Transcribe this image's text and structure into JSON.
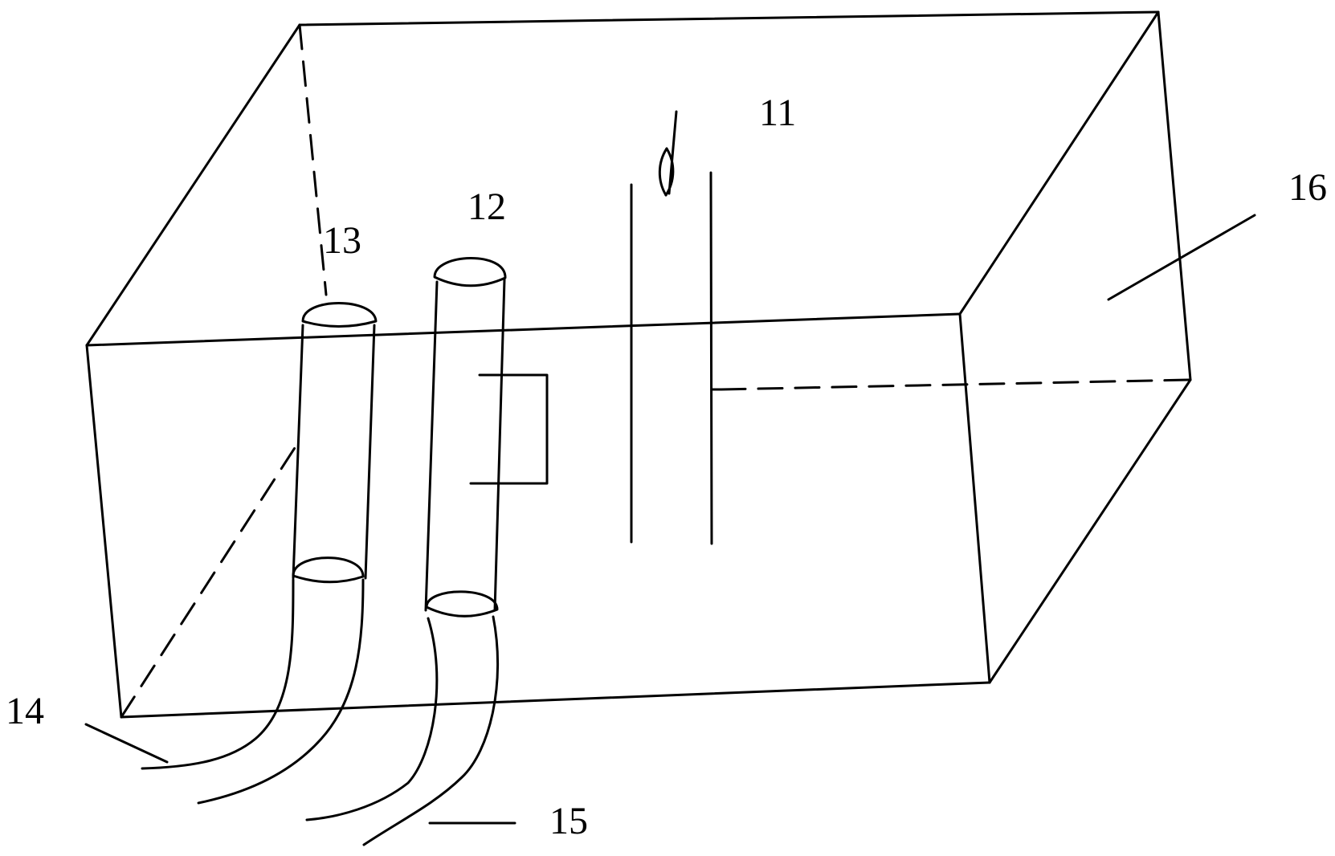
{
  "figure": {
    "labels": {
      "l11": "11",
      "l12": "12",
      "l13": "13",
      "l14": "14",
      "l15": "15",
      "l16": "16"
    },
    "colors": {
      "line": "#000000",
      "background": "#ffffff"
    }
  }
}
